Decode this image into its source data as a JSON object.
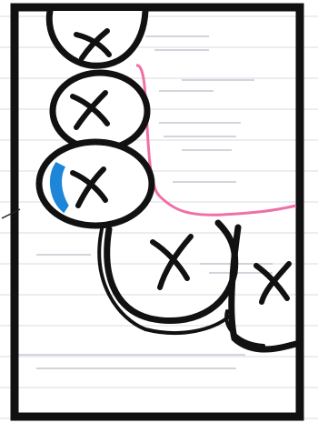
{
  "colors": {
    "paper": "#ffffff",
    "ink": "#151515",
    "ruled_lines": "#d8dbe6",
    "faint_text": "#c9cbd3",
    "pink_line": "#f070a6",
    "blue_fill": "#1e86d8"
  },
  "circles": [
    {
      "name": "top",
      "label": "X"
    },
    {
      "name": "second",
      "label": "X"
    },
    {
      "name": "third",
      "label": "X"
    },
    {
      "name": "bottom-middle",
      "label": "X"
    },
    {
      "name": "bottom-right",
      "label": "X"
    }
  ]
}
